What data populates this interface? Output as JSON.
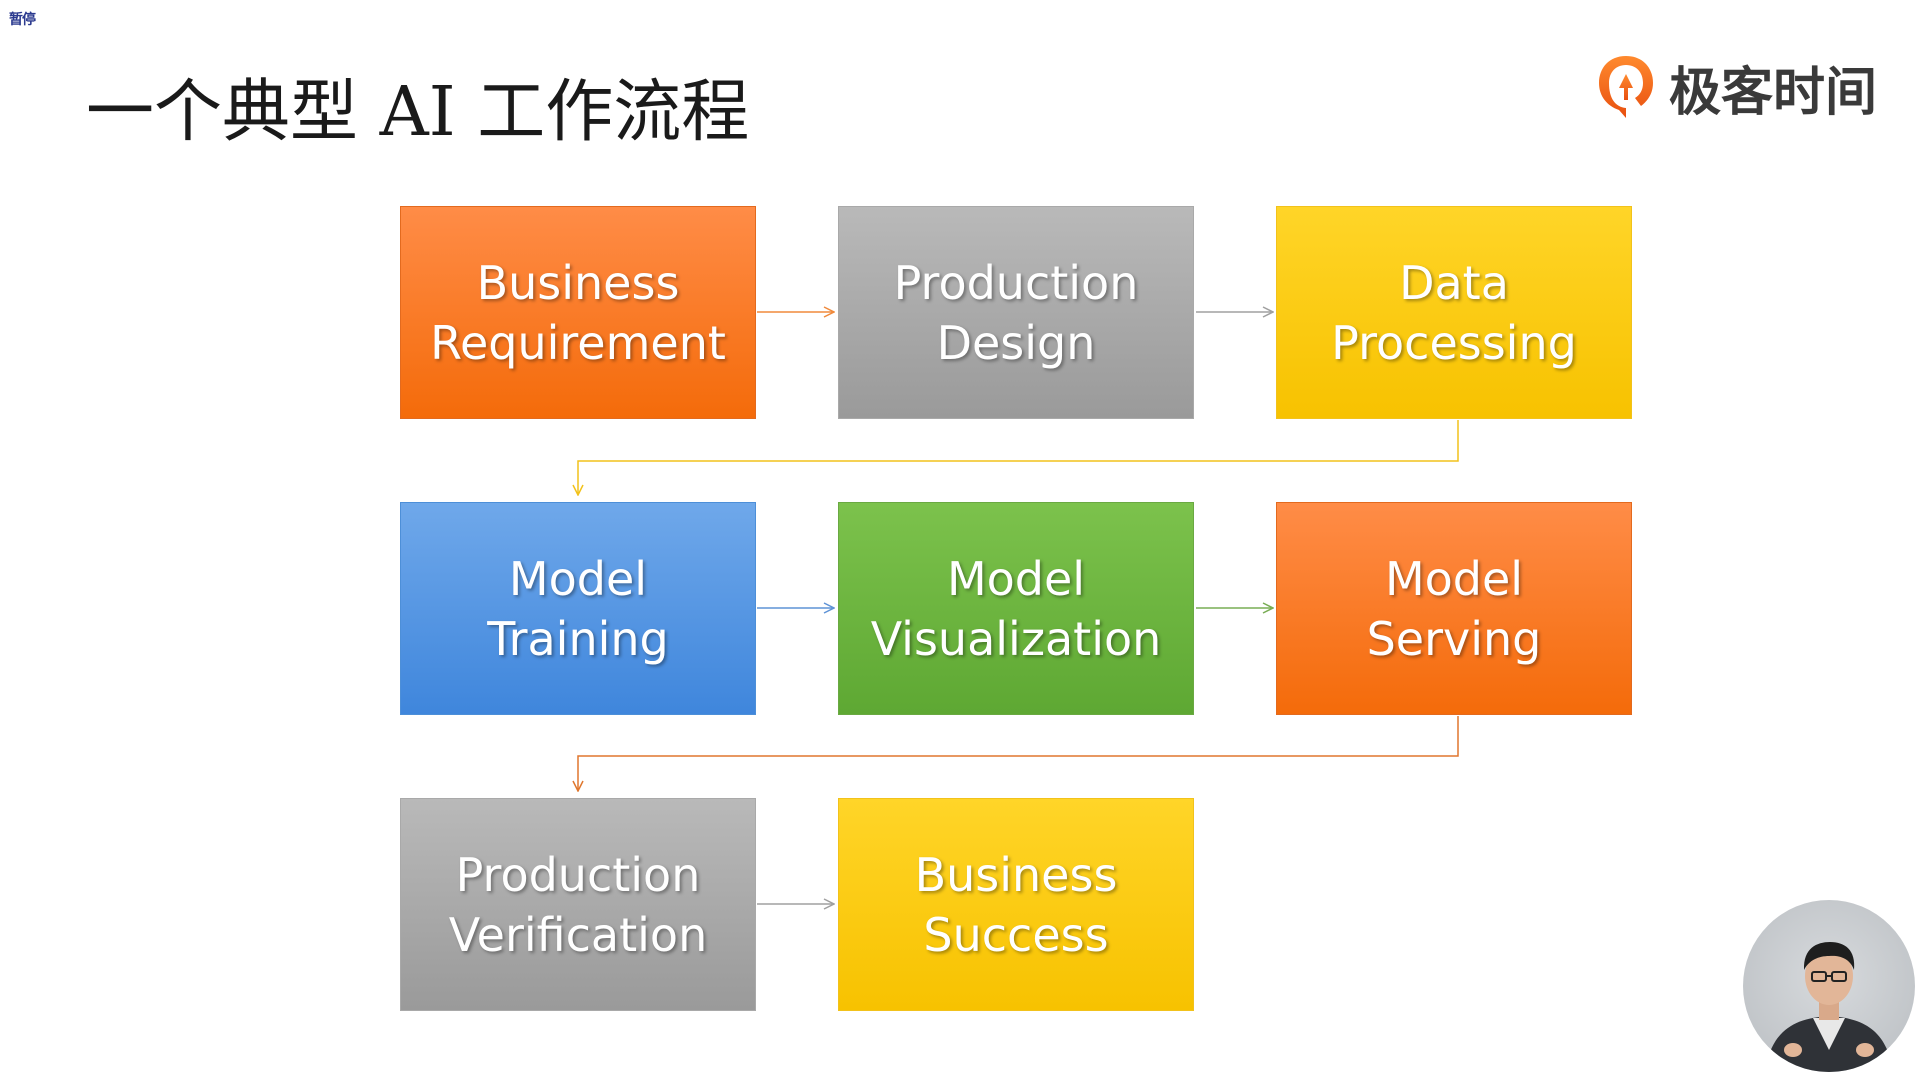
{
  "status": {
    "pause_label": "暂停"
  },
  "slide": {
    "title": "一个典型 AI 工作流程"
  },
  "brand": {
    "name": "极客时间",
    "logo_icon": "geektime-logo-icon",
    "accent": "#f26b1d"
  },
  "flow": {
    "row1": {
      "step1": {
        "line1": "Business",
        "line2": "Requirement",
        "color": "#f47a24"
      },
      "step2": {
        "line1": "Production",
        "line2": "Design",
        "color": "#a6a6a6"
      },
      "step3": {
        "line1": "Data",
        "line2": "Processing",
        "color": "#fcc812"
      }
    },
    "row2": {
      "step4": {
        "line1": "Model",
        "line2": "Training",
        "color": "#5597e3"
      },
      "step5": {
        "line1": "Model",
        "line2": "Visualization",
        "color": "#6cb53e"
      },
      "step6": {
        "line1": "Model",
        "line2": "Serving",
        "color": "#f47a24"
      }
    },
    "row3": {
      "step7": {
        "line1": "Production",
        "line2": "Verification",
        "color": "#a6a6a6"
      },
      "step8": {
        "line1": "Business",
        "line2": "Success",
        "color": "#fcc812"
      }
    }
  },
  "presenter": {
    "avatar_icon": "presenter-avatar-icon"
  }
}
